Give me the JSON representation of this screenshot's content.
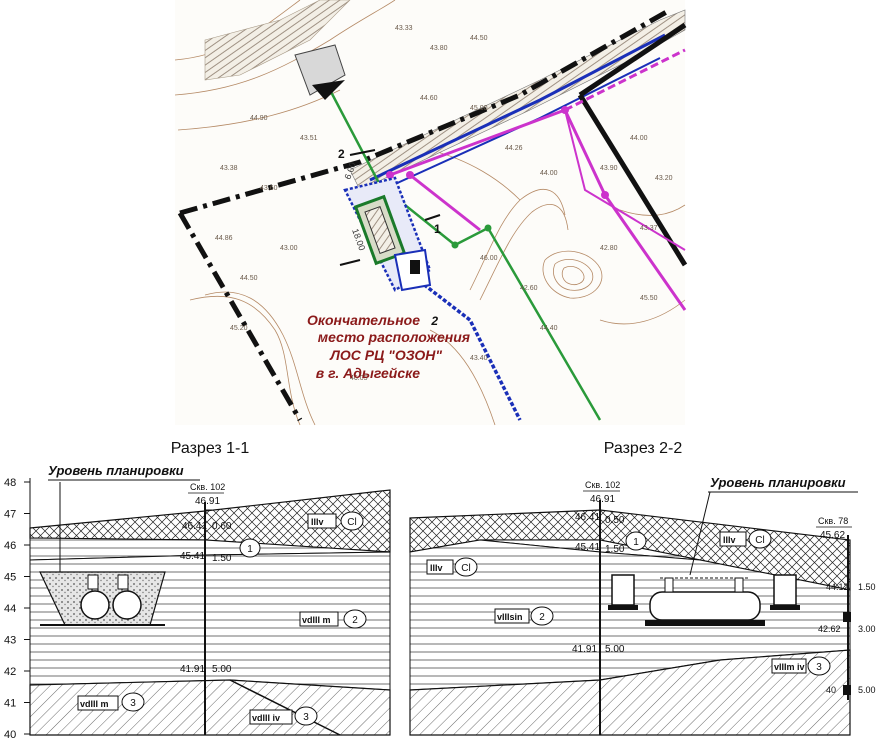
{
  "map": {
    "caption": [
      "Окончательное",
      "место расположения",
      "ЛОС РЦ \"ОЗОН\"",
      "в г. Адыгейске"
    ],
    "marker_2_top": "2",
    "marker_2_caption": "2",
    "marker_1": "1",
    "dim_long": "18.00",
    "dim_short": "6.00",
    "elevations": [
      "43.33",
      "43.80",
      "44.50",
      "44.90",
      "43.51",
      "43.38",
      "43.60",
      "44.60",
      "45.00",
      "44.26",
      "44.00",
      "43.90",
      "44.00",
      "43.37",
      "42.80",
      "42.60",
      "46.00",
      "45.50",
      "44.50",
      "43.00",
      "45.20",
      "43.40",
      "44.40",
      "46.05",
      "44.86",
      "43.20"
    ],
    "colors": {
      "boundary": "#111111",
      "pipe": "#2a9a3a",
      "magenta": "#cc33cc",
      "blue": "#1a2fb8",
      "contour": "#b07850",
      "caption": "#8b1a1a"
    }
  },
  "section11": {
    "title": "Разрез 1-1",
    "y_ticks": [
      "48",
      "47",
      "46",
      "45",
      "44",
      "43",
      "42",
      "41",
      "40"
    ],
    "planning_label": "Уровень планировки",
    "well": [
      "Скв. 102",
      "46.91"
    ],
    "levels": [
      "46.41",
      "45.41",
      "41.91"
    ],
    "depths": [
      "0.60",
      "1.50",
      "5.00"
    ],
    "layers": [
      {
        "code": "IIIv",
        "index": "Cl"
      },
      {
        "code": "",
        "index": "1"
      },
      {
        "code": "vdIII m",
        "index": "2"
      },
      {
        "code": "vdIII m",
        "index": "3"
      },
      {
        "code": "vdIII iv",
        "index": "3"
      }
    ]
  },
  "section22": {
    "title": "Разрез 2-2",
    "planning_label": "Уровень планировки",
    "well_a": [
      "Скв. 102",
      "46.91"
    ],
    "well_b": [
      "Скв. 78",
      "45.62"
    ],
    "levels": [
      "46.41",
      "45.41",
      "41.91",
      "44.12",
      "42.62",
      "40"
    ],
    "depths": [
      "0.50",
      "1.50",
      "5.00",
      "1.50",
      "3.00",
      "5.00"
    ],
    "layers": [
      {
        "code": "IIIv",
        "index": "Cl"
      },
      {
        "code": "IIIv",
        "index": "Cl"
      },
      {
        "code": "",
        "index": "1"
      },
      {
        "code": "vIIIsin",
        "index": "2"
      },
      {
        "code": "vIIIm iv",
        "index": "3"
      }
    ]
  }
}
